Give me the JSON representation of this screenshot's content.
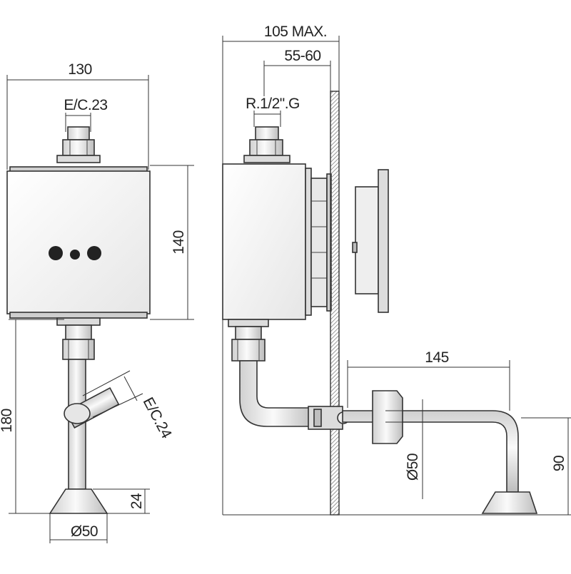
{
  "front_view": {
    "width_dim": "130",
    "inlet_fitting": "E/C.23",
    "height_dim": "140",
    "outlet_fitting": "E/C.24",
    "total_height_dim": "180",
    "base_height_dim": "24",
    "base_diameter_dim": "Ø50"
  },
  "side_view": {
    "depth_max_dim": "105 MAX.",
    "wall_range_dim": "55-60",
    "thread_spec": "R.1/2\".G",
    "projection_dim": "145",
    "diameter_dim": "Ø50",
    "height_dim": "90"
  },
  "colors": {
    "line": "#333333",
    "body_fill": "#f2f2f2",
    "indicator": "#222222",
    "wall_hatch": "#888888"
  }
}
